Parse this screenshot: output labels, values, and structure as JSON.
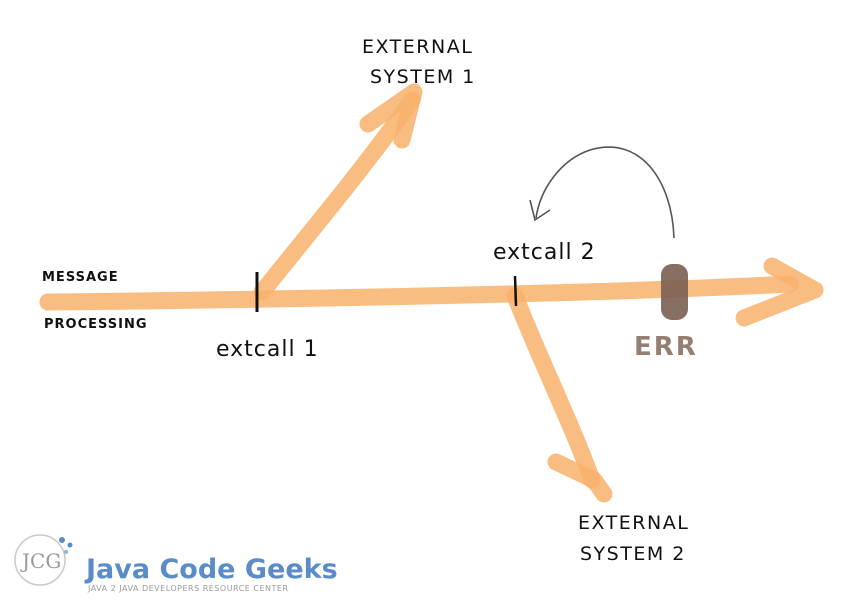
{
  "diagram": {
    "main_line_label_top": "MESSAGE",
    "main_line_label_bottom": "PROCESSING",
    "call1_label": "extcall 1",
    "call2_label": "extcall 2",
    "system1_line1": "EXTERNAL",
    "system1_line2": "SYSTEM 1",
    "system2_line1": "EXTERNAL",
    "system2_line2": "SYSTEM 2",
    "error_label": "ERR"
  },
  "logo": {
    "title": "Java Code Geeks",
    "subtitle": "JAVA 2 JAVA DEVELOPERS RESOURCE CENTER",
    "initials": "JCG"
  },
  "colors": {
    "arrow": "#f8b26b",
    "error": "#7a5f52",
    "ink": "#111111",
    "logo_blue": "#5b8cc8",
    "logo_gray": "#9a9a9a"
  }
}
